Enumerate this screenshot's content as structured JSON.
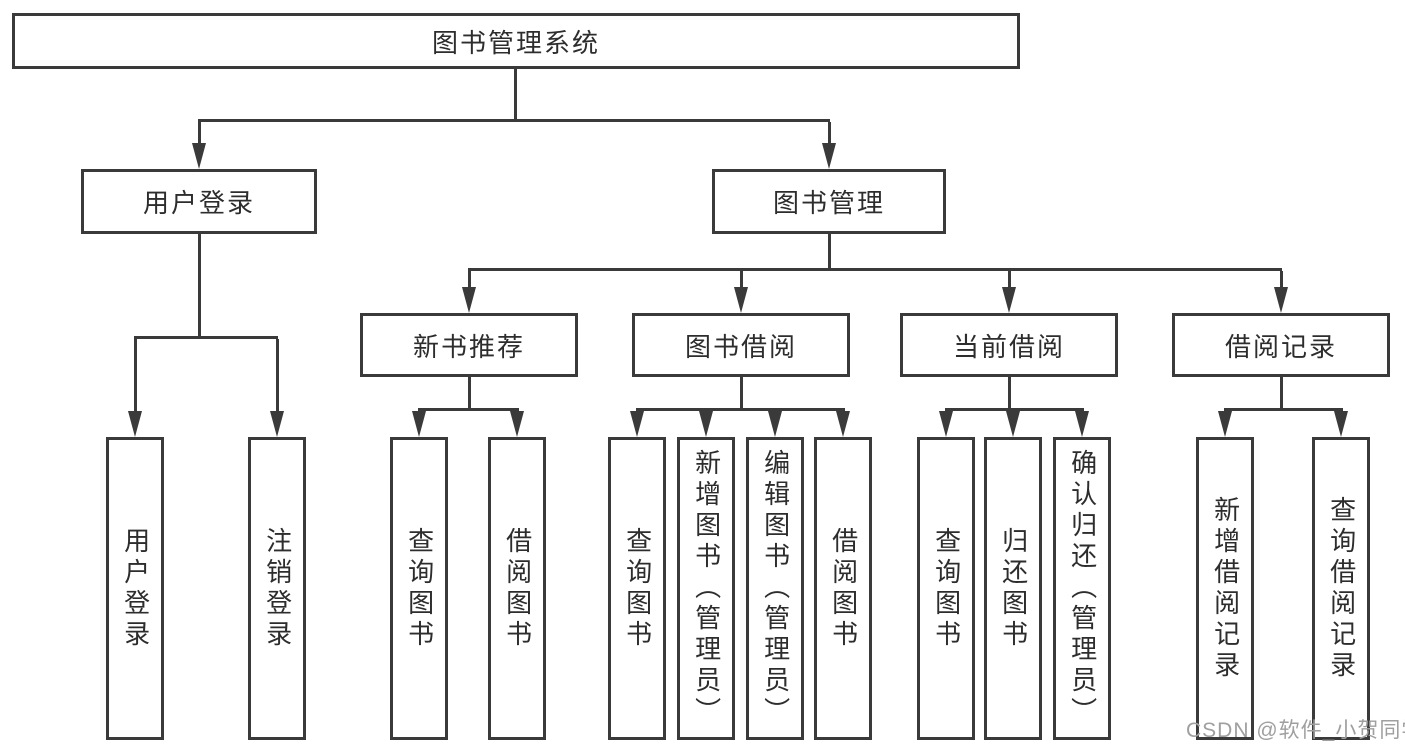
{
  "theme": {
    "background": "#ffffff",
    "line_color": "#3a3a3a",
    "text_color": "#2d2d2d",
    "watermark_color": "#9f9f9f"
  },
  "diagram": {
    "type": "hierarchy-tree",
    "root": {
      "label": "图书管理系统"
    },
    "branches": [
      {
        "label": "用户登录",
        "children": [
          {
            "label": "用户登录"
          },
          {
            "label": "注销登录"
          }
        ]
      },
      {
        "label": "图书管理",
        "children": [
          {
            "label": "新书推荐",
            "children": [
              {
                "label": "查询图书"
              },
              {
                "label": "借阅图书"
              }
            ]
          },
          {
            "label": "图书借阅",
            "children": [
              {
                "label": "查询图书"
              },
              {
                "label": "新增图书（管理员）"
              },
              {
                "label": "编辑图书（管理员）"
              },
              {
                "label": "借阅图书"
              }
            ]
          },
          {
            "label": "当前借阅",
            "children": [
              {
                "label": "查询图书"
              },
              {
                "label": "归还图书"
              },
              {
                "label": "确认归还（管理员）"
              }
            ]
          },
          {
            "label": "借阅记录",
            "children": [
              {
                "label": "新增借阅记录"
              },
              {
                "label": "查询借阅记录"
              }
            ]
          }
        ]
      }
    ]
  },
  "watermark": {
    "text": "CSDN @软件_小贺同学"
  }
}
